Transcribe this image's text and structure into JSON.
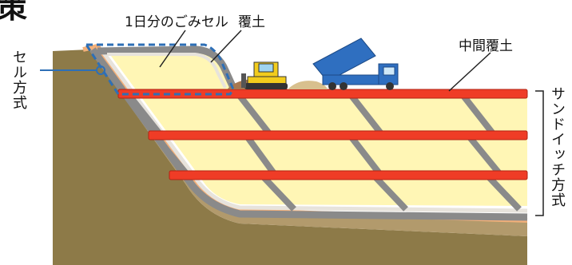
{
  "corner_glyph": "策",
  "labels": {
    "cell_daily": "1日分のごみセル",
    "cover_soil": "覆土",
    "intermediate_cover": "中間覆土",
    "cell_method": "セル方式",
    "sandwich_method": "サンドイッチ方式"
  },
  "colors": {
    "soil": "#b29a6c",
    "ground": "#8d7a48",
    "liner_gray": "#8a8a8a",
    "liner_light": "#e7e3dc",
    "waste_fill": "#fff6b5",
    "red_layer": "#ef3c26",
    "dashed_outline": "#2e6fb6",
    "truck_blue": "#2f6fc0",
    "bulldozer_yellow": "#f2cc1c"
  }
}
